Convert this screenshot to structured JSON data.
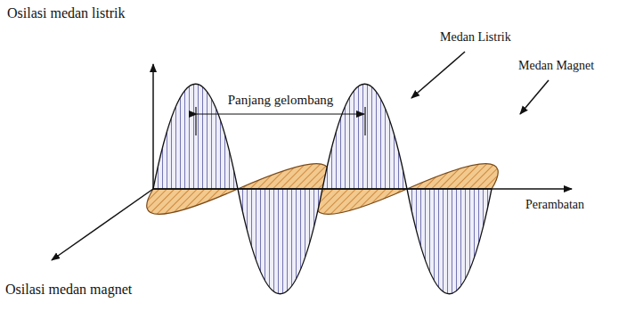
{
  "diagram": {
    "labels": [
      "Osilasi medan listrik",
      "Panjang gelombang",
      "Medan Listrik",
      "Medan Magnet",
      "Perambatan",
      "Osilasi medan magnet"
    ]
  }
}
